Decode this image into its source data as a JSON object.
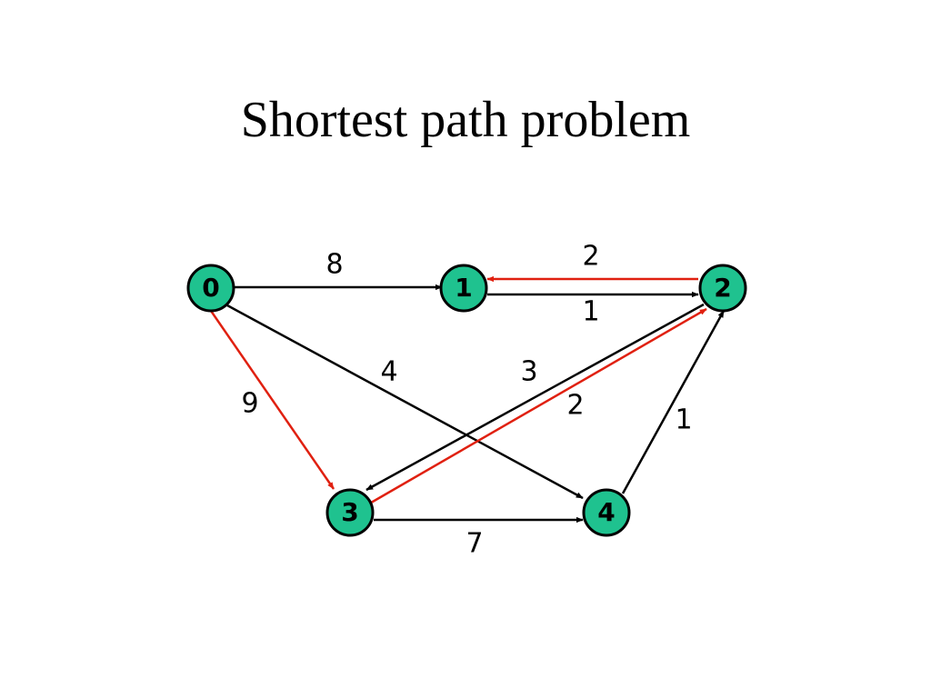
{
  "title": "Shortest path problem",
  "colors": {
    "node_fill": "#1FC28F",
    "node_stroke": "#000000",
    "edge_default": "#000000",
    "edge_highlight": "#E02010"
  },
  "nodes": [
    {
      "id": "0",
      "label": "0"
    },
    {
      "id": "1",
      "label": "1"
    },
    {
      "id": "2",
      "label": "2"
    },
    {
      "id": "3",
      "label": "3"
    },
    {
      "id": "4",
      "label": "4"
    }
  ],
  "edges": [
    {
      "from": "0",
      "to": "1",
      "weight": "8",
      "highlighted": false
    },
    {
      "from": "2",
      "to": "1",
      "weight": "2",
      "highlighted": true
    },
    {
      "from": "1",
      "to": "2",
      "weight": "1",
      "highlighted": false
    },
    {
      "from": "0",
      "to": "3",
      "weight": "9",
      "highlighted": true
    },
    {
      "from": "0",
      "to": "4",
      "weight": "4",
      "highlighted": false
    },
    {
      "from": "2",
      "to": "3",
      "weight": "3",
      "highlighted": false
    },
    {
      "from": "3",
      "to": "2",
      "weight": "2",
      "highlighted": true
    },
    {
      "from": "4",
      "to": "2",
      "weight": "1",
      "highlighted": false
    },
    {
      "from": "3",
      "to": "4",
      "weight": "7",
      "highlighted": false
    }
  ]
}
